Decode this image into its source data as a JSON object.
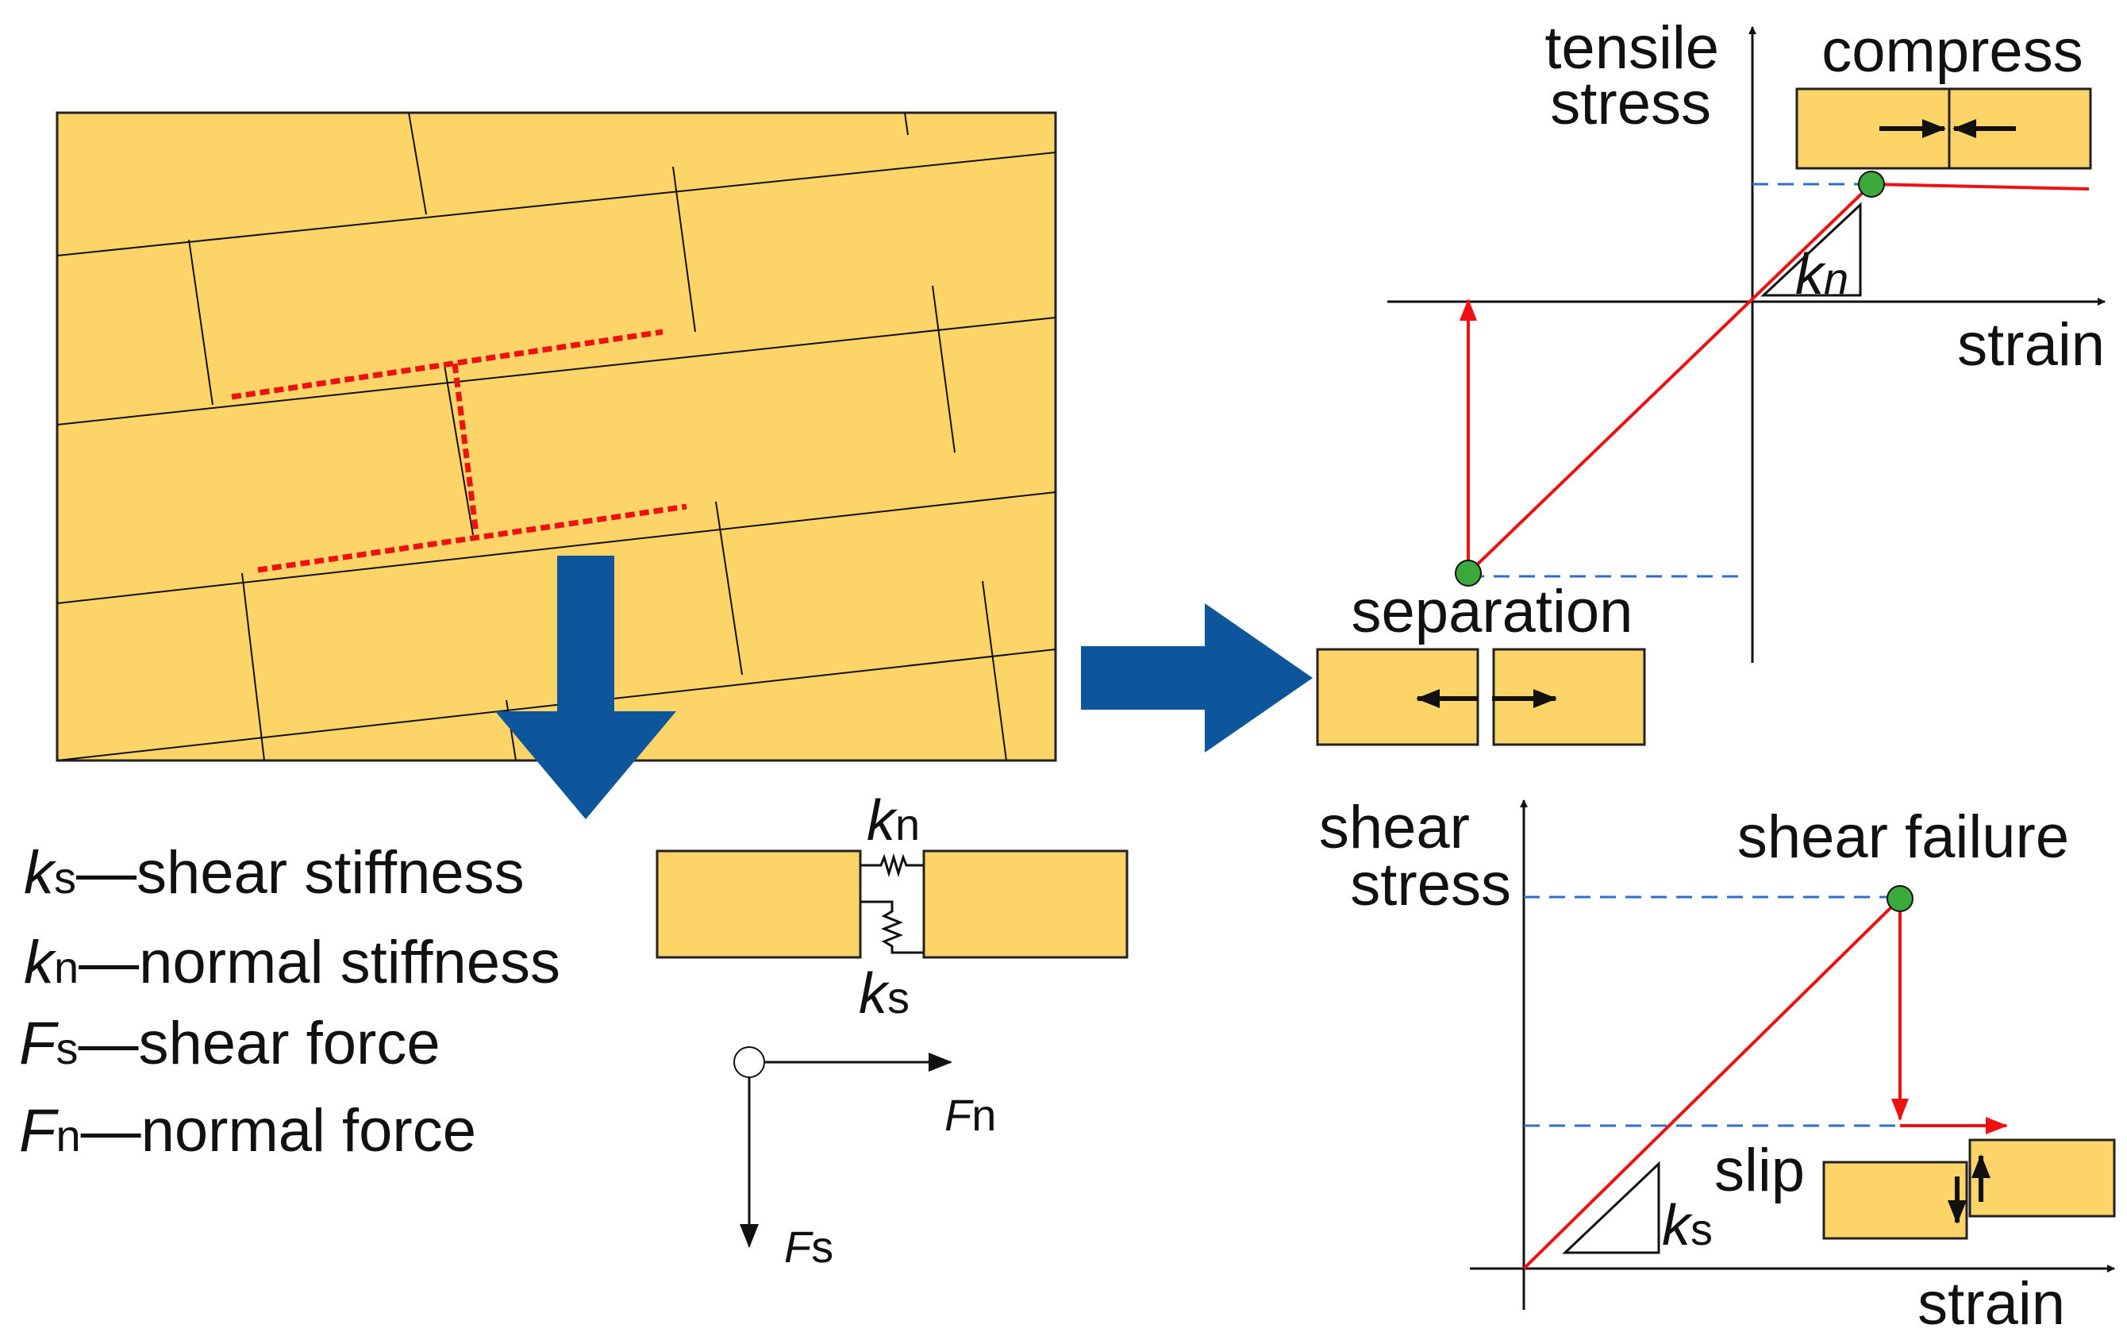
{
  "colors": {
    "block_fill": "#FDD467",
    "block_stroke": "#222222",
    "arrow_blue": "#0E569C",
    "model_red": "#EE1111",
    "dash_blue": "#2E6FC7",
    "point_green": "#3BA83B"
  },
  "legend": [
    {
      "sym": "k",
      "subsym": "s",
      "dash": "—",
      "text": "shear stiffness"
    },
    {
      "sym": "k",
      "subsym": "n",
      "dash": "—",
      "text": "normal stiffness"
    },
    {
      "sym": "F",
      "subsym": "s",
      "dash": "—",
      "text": "shear force"
    },
    {
      "sym": "F",
      "subsym": "n",
      "dash": "—",
      "text": "normal force"
    }
  ],
  "spring_model": {
    "kn_sym": "k",
    "kn_sub": "n",
    "ks_sym": "k",
    "ks_sub": "s",
    "fn_sym": "F",
    "fn_sub": "n",
    "fs_sym": "F",
    "fs_sub": "s"
  },
  "tensile_graph": {
    "ylabel_line1": "tensile",
    "ylabel_line2": "stress",
    "xlabel": "strain",
    "slope_sym": "k",
    "slope_sub": "n",
    "compress_label": "compress",
    "separation_label": "separation"
  },
  "shear_graph": {
    "ylabel_line1": "shear",
    "ylabel_line2": "stress",
    "xlabel": "strain",
    "failure_label": "shear failure",
    "slip_label": "slip",
    "slope_sym": "k",
    "slope_sub": "s"
  },
  "icons": [
    "down-arrow-icon",
    "right-arrow-icon",
    "compress-arrows-icon",
    "separation-arrows-icon",
    "slip-arrows-icon"
  ]
}
